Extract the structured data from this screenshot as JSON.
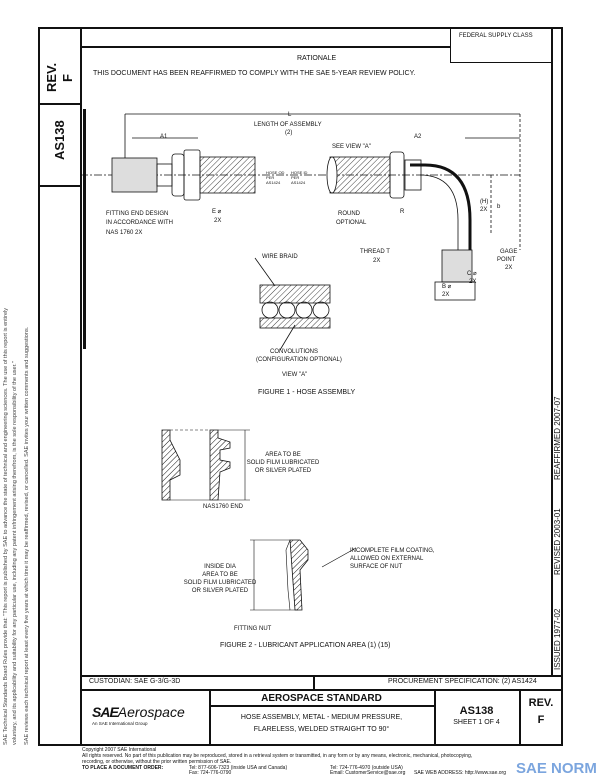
{
  "header": {
    "federal_supply_class": "FEDERAL SUPPLY CLASS",
    "rationale_title": "RATIONALE",
    "rationale_text": "THIS DOCUMENT HAS BEEN REAFFIRMED TO COMPLY WITH THE SAE 5-YEAR REVIEW POLICY."
  },
  "left_column": {
    "rev_label": "REV.",
    "rev_value": "F",
    "doc_number": "AS138"
  },
  "margin_notice": {
    "line1": "SAE Technical Standards Board Rules provide that: \"This report is published by SAE to advance the state of technical and engineering sciences. The use of this report is entirely",
    "line2": "voluntary, and its applicability and suitability for any particular use, including any patent infringement arising therefrom, is the sole responsibility of the user.\"",
    "line3": "SAE reviews each technical report at least every five years at which time it may be reaffirmed, revised, or cancelled. SAE invites your written comments and suggestions."
  },
  "right_strip": {
    "issued": "ISSUED 1977-02",
    "revised": "REVISED 2003-01",
    "reaffirmed": "REAFFIRMED 2007-07"
  },
  "figure1": {
    "caption": "FIGURE 1 - HOSE ASSEMBLY",
    "labels": {
      "L": "L",
      "length": "LENGTH OF ASSEMBLY",
      "length_sub": "(2)",
      "a1": "A1",
      "a2": "A2",
      "see_view": "SEE VIEW \"A\"",
      "hose_od": "HOSE OD PER AS1424",
      "hose_id": "HOSE ID PER AS1424",
      "fitting_end": "FITTING END DESIGN",
      "fitting_end2": "IN ACCORDANCE WITH",
      "fitting_end3": "NAS 1760 2X",
      "e_dia": "E ⌀",
      "e_2x": "2X",
      "round": "ROUND",
      "optional": "OPTIONAL",
      "r": "R",
      "h": "(H)",
      "h_2x": "2X",
      "b": "b",
      "thread": "THREAD T",
      "thread_2x": "2X",
      "gage": "GAGE",
      "point": "POINT",
      "gage_2x": "2X",
      "c_dia": "C ⌀",
      "c_2x": "2X",
      "b_dia": "B ⌀",
      "b_2x": "2X",
      "wire_braid": "WIRE BRAID",
      "convolutions": "CONVOLUTIONS",
      "convolutions2": "(CONFIGURATION OPTIONAL)",
      "view_a": "VIEW \"A\""
    }
  },
  "figure2": {
    "caption": "FIGURE 2 - LUBRICANT APPLICATION AREA (1) (15)",
    "area1": "AREA TO BE",
    "area2": "SOLID FILM LUBRICATED",
    "area3": "OR SILVER PLATED",
    "nas_end": "NAS1760 END",
    "inside1": "INSIDE DIA",
    "inside2": "AREA TO BE",
    "inside3": "SOLID FILM LUBRICATED",
    "inside4": "OR SILVER PLATED",
    "incomplete1": "INCOMPLETE FILM COATING,",
    "incomplete2": "ALLOWED ON EXTERNAL",
    "incomplete3": "SURFACE OF NUT",
    "fitting_nut": "FITTING NUT"
  },
  "title_block": {
    "custodian": "CUSTODIAN:  SAE G-3/G-3D",
    "procurement": "PROCUREMENT SPECIFICATION: (2) AS1424",
    "logo_sae": "SAE",
    "logo_aerospace": "Aerospace",
    "logo_tagline": "An SAE International Group",
    "standard": "AEROSPACE STANDARD",
    "title_line1": "HOSE ASSEMBLY, METAL - MEDIUM PRESSURE,",
    "title_line2": "FLARELESS, WELDED  STRAIGHT TO 90°",
    "doc_number": "AS138",
    "sheet": "SHEET 1 OF 4",
    "rev_label": "REV.",
    "rev_value": "F"
  },
  "footer": {
    "copyright": "Copyright 2007 SAE International",
    "rights": "All rights reserved. No part of this publication may be reproduced, stored in a retrieval system or transmitted, in any form or by any means, electronic, mechanical, photocopying,",
    "rights2": "recording, or otherwise, without the prior written permission of SAE.",
    "order_label": "TO PLACE A DOCUMENT ORDER:",
    "tel1": "Tel: 877-606-7323 (inside USA and Canada)",
    "tel2": "Tel: 724-776-4970 (outside USA)",
    "fax": "Fax: 724-776-0790",
    "email": "Email: CustomerService@sae.org",
    "web": "SAE WEB ADDRESS: http://www.sae.org"
  },
  "watermark": {
    "text": "SAE NORM",
    "color": "#5b8fd6"
  }
}
